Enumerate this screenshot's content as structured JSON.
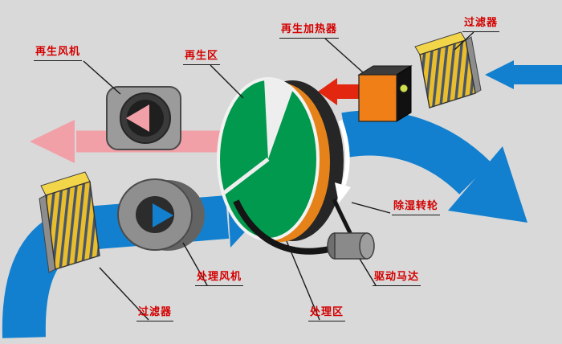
{
  "diagram": {
    "labels": {
      "regen_fan": "再生风机",
      "regen_zone": "再生区",
      "regen_heater": "再生加热器",
      "filter_top": "过滤器",
      "dehumid_wheel": "除湿转轮",
      "drive_motor": "驱动马达",
      "process_zone": "处理区",
      "process_fan": "处理风机",
      "filter_bottom": "过滤器"
    },
    "colors": {
      "background": "#d9d9d9",
      "process_air_blue": "#1280cf",
      "regen_exhaust_pink": "#f2a0a7",
      "hot_air_red": "#e3260f",
      "wheel_green": "#00994d",
      "wheel_desiccant_orange": "#e6821a",
      "heater_orange": "#ef7f16",
      "filter_yellow": "#e9bd2b",
      "label_red": "#d40000"
    }
  }
}
